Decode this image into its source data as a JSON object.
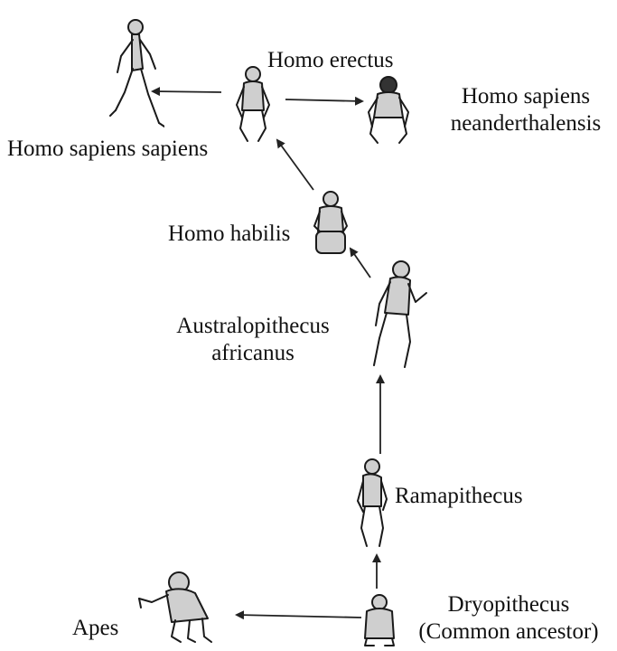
{
  "diagram": {
    "nodes": {
      "homo_sapiens_sapiens": {
        "label": "Homo sapiens sapiens",
        "icon": "running-human-icon"
      },
      "homo_erectus": {
        "label": "Homo erectus",
        "icon": "crouching-human-icon"
      },
      "neanderthal": {
        "line1": "Homo sapiens",
        "line2": "neanderthalensis",
        "icon": "crouching-neanderthal-icon"
      },
      "homo_habilis": {
        "label": "Homo habilis",
        "icon": "sitting-hominid-icon"
      },
      "australopithecus": {
        "line1": "Australopithecus",
        "line2": "africanus",
        "icon": "standing-hominid-icon"
      },
      "ramapithecus": {
        "label": "Ramapithecus",
        "icon": "walking-primate-icon"
      },
      "dryopithecus": {
        "line1": "Dryopithecus",
        "line2": "(Common ancestor)",
        "icon": "sitting-primate-icon"
      },
      "apes": {
        "label": "Apes",
        "icon": "ape-icon"
      }
    },
    "edges": [
      {
        "from": "Dryopithecus",
        "to": "Apes"
      },
      {
        "from": "Dryopithecus",
        "to": "Ramapithecus"
      },
      {
        "from": "Ramapithecus",
        "to": "Australopithecus africanus"
      },
      {
        "from": "Australopithecus africanus",
        "to": "Homo habilis"
      },
      {
        "from": "Homo habilis",
        "to": "Homo erectus"
      },
      {
        "from": "Homo erectus",
        "to": "Homo sapiens sapiens"
      },
      {
        "from": "Homo erectus",
        "to": "Homo sapiens neanderthalensis"
      }
    ],
    "colors": {
      "line": "#222222",
      "figure_fill": "#cfcfcf",
      "figure_stroke": "#1a1a1a"
    }
  }
}
